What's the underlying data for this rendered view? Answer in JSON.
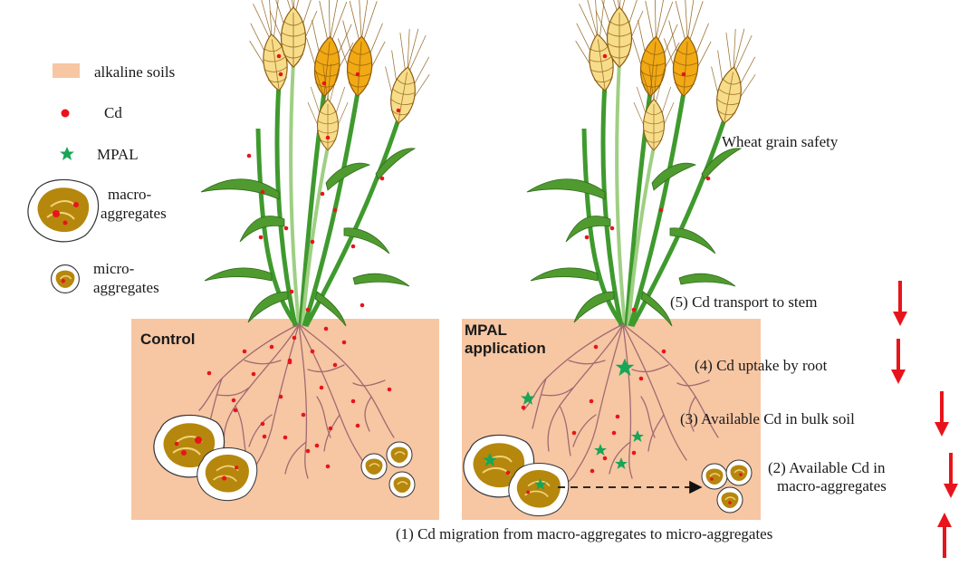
{
  "colors": {
    "soil": "#f7c6a3",
    "cd": "#e8141c",
    "mpal": "#18a557",
    "stem": "#3f9a2e",
    "stem_light": "#9fcf83",
    "leaf": "#4f9b2f",
    "grain_dark": "#f1a914",
    "grain_light": "#f7dd8a",
    "root": "#a06a72",
    "aggregate": "#b6870d",
    "arrow": "#e8141c"
  },
  "icons": [
    "wheat-plant-icon",
    "root-system-icon",
    "cd-dot-icon",
    "mpal-star-icon",
    "macro-aggregate-icon",
    "micro-aggregate-icon",
    "arrow-down-icon",
    "arrow-up-icon",
    "dashed-arrow-icon"
  ],
  "legend": {
    "alkaline_soils": "alkaline soils",
    "cd": "Cd",
    "mpal": "MPAL",
    "macro_line1": "macro-",
    "macro_line2": "aggregates",
    "micro_line1": "micro-",
    "micro_line2": "aggregates"
  },
  "panels": {
    "control": "Control",
    "mpal_line1": "MPAL",
    "mpal_line2": "application"
  },
  "outcome": "Wheat  grain safety",
  "steps": {
    "s5": "(5) Cd transport to stem",
    "s4": "(4) Cd uptake by root",
    "s3": "(3) Available Cd in bulk soil",
    "s2_line1": "(2) Available Cd in",
    "s2_line2": "macro-aggregates",
    "s1": "(1) Cd migration from macro-aggregates to micro-aggregates"
  },
  "trends": {
    "s5": "decrease",
    "s4": "decrease",
    "s3": "decrease",
    "s2": "decrease",
    "s1": "increase"
  }
}
